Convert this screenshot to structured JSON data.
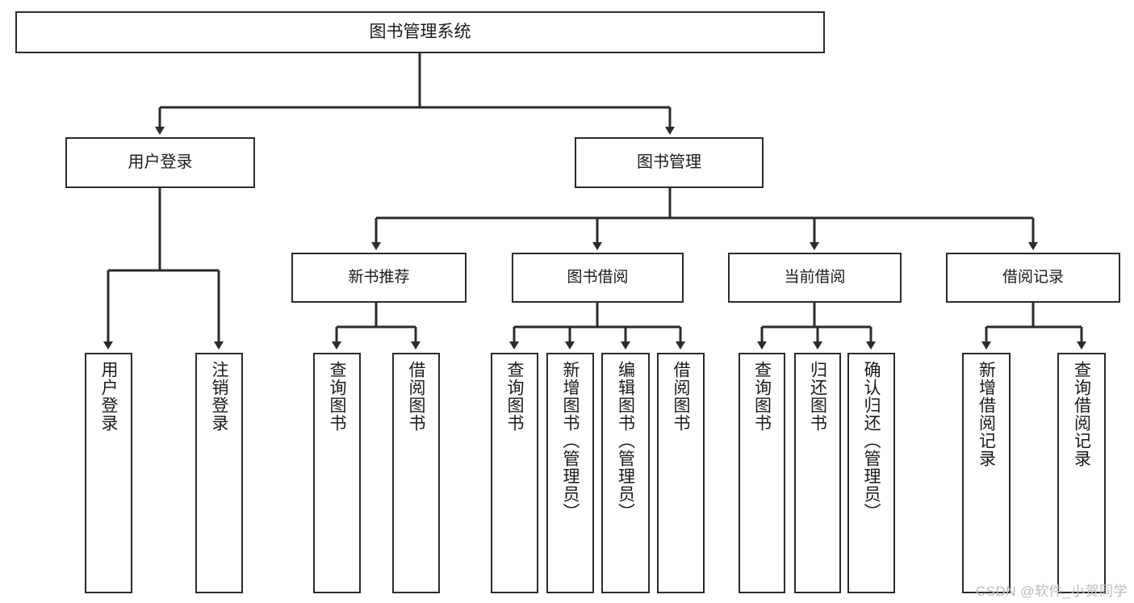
{
  "diagram": {
    "title": "图书管理系统",
    "type": "tree-hierarchy-chart",
    "watermark": "CSDN @软件_小贺同学",
    "line_color": "#2b2b2b",
    "box_fill": "#ffffff",
    "nodes": {
      "root": {
        "label": "图书管理系统"
      },
      "level1": [
        {
          "id": "user-login",
          "label": "用户登录"
        },
        {
          "id": "book-manage",
          "label": "图书管理"
        }
      ],
      "level2": [
        {
          "id": "new-book-rec",
          "label": "新书推荐"
        },
        {
          "id": "book-borrow",
          "label": "图书借阅"
        },
        {
          "id": "current-borrow",
          "label": "当前借阅"
        },
        {
          "id": "borrow-record",
          "label": "借阅记录"
        }
      ],
      "leaves": {
        "user-login": [
          {
            "id": "leaf-user-login",
            "label": "用户登录"
          },
          {
            "id": "leaf-logout",
            "label": "注销登录"
          }
        ],
        "new-book-rec": [
          {
            "id": "leaf-query-book-1",
            "label": "查询图书"
          },
          {
            "id": "leaf-borrow-book-1",
            "label": "借阅图书"
          }
        ],
        "book-borrow": [
          {
            "id": "leaf-query-book-2",
            "label": "查询图书"
          },
          {
            "id": "leaf-add-book",
            "label": "新增图书（管理员）"
          },
          {
            "id": "leaf-edit-book",
            "label": "编辑图书（管理员）"
          },
          {
            "id": "leaf-borrow-book-2",
            "label": "借阅图书"
          }
        ],
        "current-borrow": [
          {
            "id": "leaf-query-book-3",
            "label": "查询图书"
          },
          {
            "id": "leaf-return-book",
            "label": "归还图书"
          },
          {
            "id": "leaf-confirm-return",
            "label": "确认归还（管理员）"
          }
        ],
        "borrow-record": [
          {
            "id": "leaf-add-record",
            "label": "新增借阅记录"
          },
          {
            "id": "leaf-query-record",
            "label": "查询借阅记录"
          }
        ]
      }
    }
  }
}
